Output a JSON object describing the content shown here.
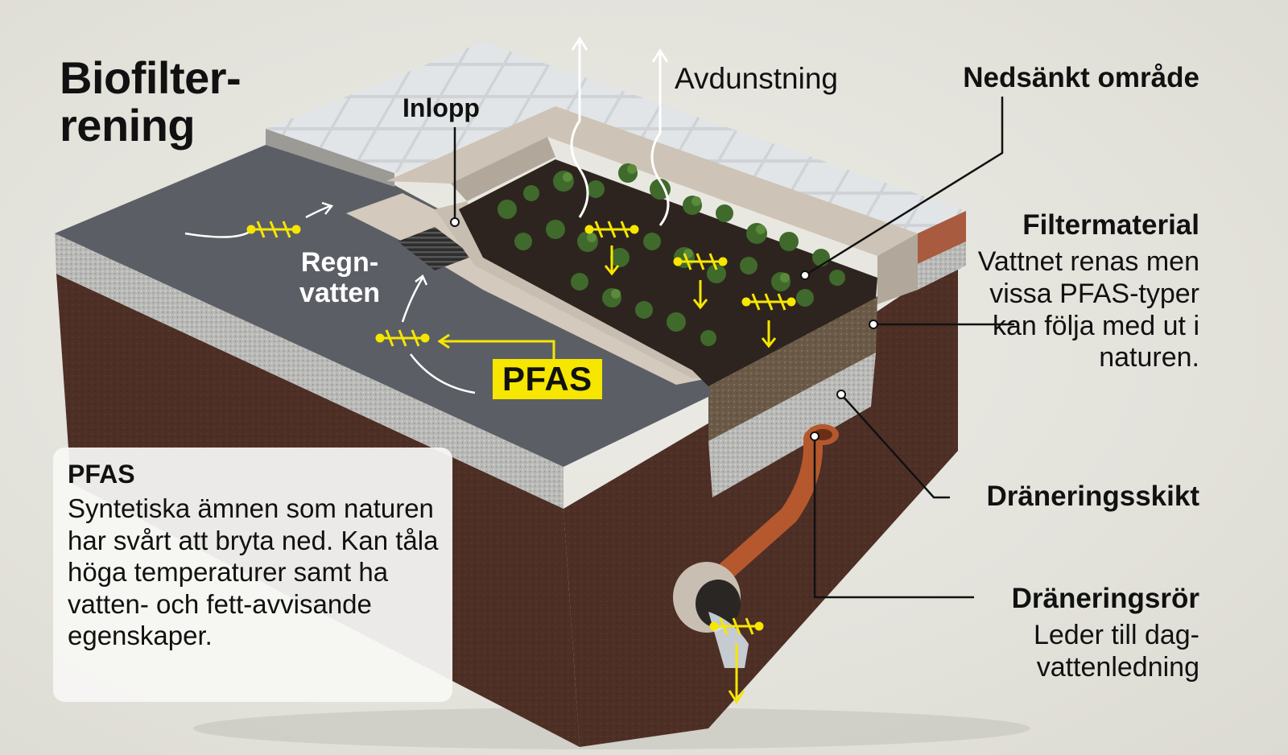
{
  "title": "Biofilter-\nrening",
  "labels": {
    "inlopp": "Inlopp",
    "avdunstning": "Avdunstning",
    "nedsankt": "Nedsänkt område",
    "filtermaterial": "Filtermaterial",
    "filtermaterial_desc": "Vattnet renas men vissa PFAS-typer kan följa med ut i naturen.",
    "draneringsskikt": "Dräneringsskikt",
    "draneringsror": "Dräneringsrör",
    "draneringsror_desc": "Leder till dag-vattenledning",
    "regnvatten": "Regn-\nvatten",
    "pfas_tag": "PFAS"
  },
  "info_box": {
    "heading": "PFAS",
    "body": "Syntetiska ämnen som naturen har svårt att bryta ned. Kan tåla höga temperaturer samt ha vatten- och fett-avvisande egenskaper."
  },
  "colors": {
    "pfas_yellow": "#f6e600",
    "asphalt": "#585c62",
    "soil": "#4a2c22",
    "concrete": "#c9bfb2",
    "pipe": "#b5582e"
  }
}
